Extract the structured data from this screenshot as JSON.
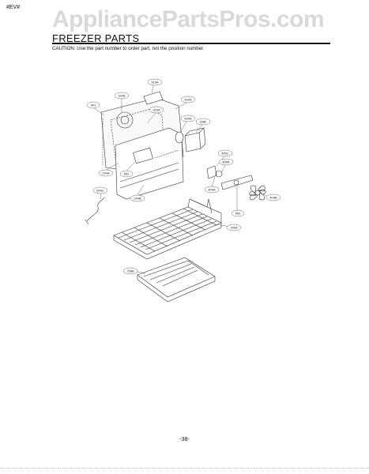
{
  "corner_tag": "#EV#",
  "watermark": "AppliancePartsPros.com",
  "title": "FREEZER PARTS",
  "caution": "CAUTION: Use the part number to order part, not the position number.",
  "page_number": "-38-",
  "callouts": [
    {
      "id": "316A",
      "label": "316A"
    },
    {
      "id": "320B",
      "label": "320B"
    },
    {
      "id": "301",
      "label": "301"
    },
    {
      "id": "333A",
      "label": "333A"
    },
    {
      "id": "420A",
      "label": "420A"
    },
    {
      "id": "409A",
      "label": "409A"
    },
    {
      "id": "158F",
      "label": "158F"
    },
    {
      "id": "405C",
      "label": "405C"
    },
    {
      "id": "405A",
      "label": "405A"
    },
    {
      "id": "294A",
      "label": "294A"
    },
    {
      "id": "502",
      "label": "502"
    },
    {
      "id": "294B",
      "label": "294B"
    },
    {
      "id": "404A",
      "label": "404A"
    },
    {
      "id": "409B",
      "label": "409B"
    },
    {
      "id": "500",
      "label": "500"
    },
    {
      "id": "604C",
      "label": "604C"
    },
    {
      "id": "140A",
      "label": "140A"
    },
    {
      "id": "158B",
      "label": "158B"
    }
  ]
}
